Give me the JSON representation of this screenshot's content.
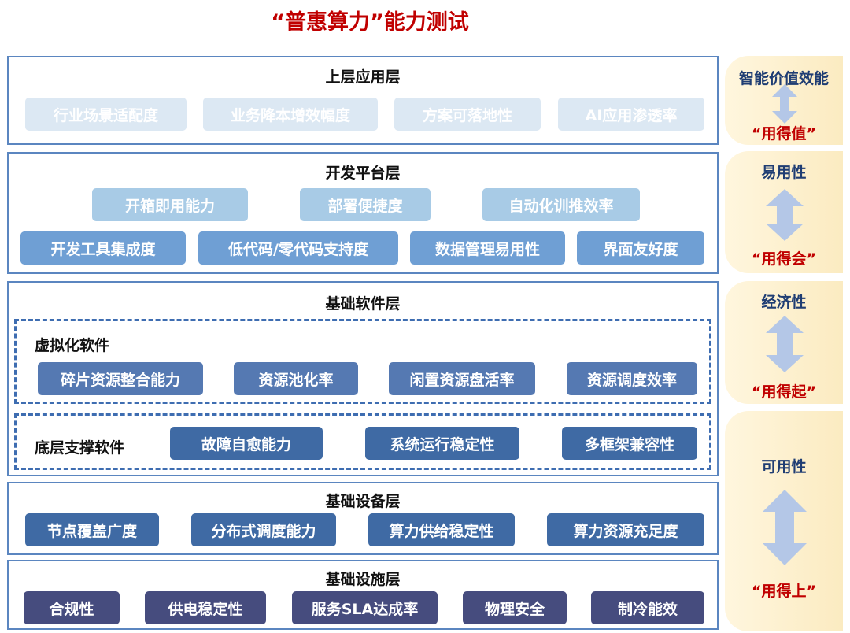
{
  "title": "“普惠算力”能力测试",
  "layers": {
    "upper": {
      "title": "上层应用层",
      "items": [
        "行业场景适配度",
        "业务降本增效幅度",
        "方案可落地性",
        "AI应用渗透率"
      ]
    },
    "dev": {
      "title": "开发平台层",
      "row1": [
        "开箱即用能力",
        "部署便捷度",
        "自动化训推效率"
      ],
      "row2": [
        "开发工具集成度",
        "低代码/零代码支持度",
        "数据管理易用性",
        "界面友好度"
      ]
    },
    "software": {
      "title": "基础软件层",
      "virtual": {
        "title": "虚拟化软件",
        "items": [
          "碎片资源整合能力",
          "资源池化率",
          "闲置资源盘活率",
          "资源调度效率"
        ]
      },
      "support": {
        "title": "底层支撑软件",
        "items": [
          "故障自愈能力",
          "系统运行稳定性",
          "多框架兼容性"
        ]
      }
    },
    "device": {
      "title": "基础设备层",
      "items": [
        "节点覆盖广度",
        "分布式调度能力",
        "算力供给稳定性",
        "算力资源充足度"
      ]
    },
    "facility": {
      "title": "基础设施层",
      "items": [
        "合规性",
        "供电稳定性",
        "服务SLA达成率",
        "物理安全",
        "制冷能效"
      ]
    }
  },
  "side": [
    {
      "label": "智能价值效能",
      "quote": "“用得值”"
    },
    {
      "label": "易用性",
      "quote": "“用得会”"
    },
    {
      "label": "经济性",
      "quote": "“用得起”"
    },
    {
      "label": "可用性",
      "quote": "“用得上”"
    }
  ],
  "colors": {
    "title": "#c00000",
    "border": "#5b86c0",
    "dashed": "#3e6db1",
    "quote": "#c00000",
    "side_label": "#1f3d73",
    "side_bg": "#fbebc1",
    "arrow": "#b4c7e7"
  }
}
